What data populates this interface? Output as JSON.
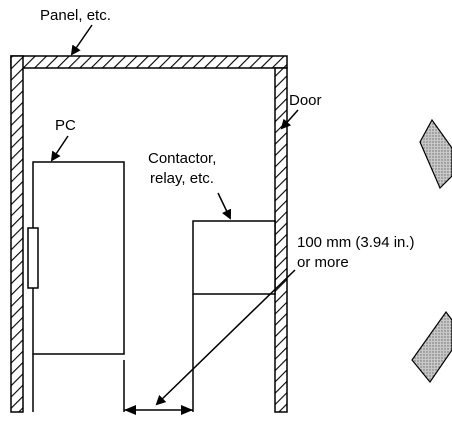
{
  "labels": {
    "panel": "Panel, etc.",
    "door": "Door",
    "pc": "PC",
    "contactor_line1": "Contactor,",
    "contactor_line2": "relay, etc.",
    "distance_line1": "100 mm (3.94 in.)",
    "distance_line2": "or more"
  },
  "colors": {
    "line": "#000000",
    "hatch_fill": "#9a9a9a",
    "background": "#ffffff"
  }
}
